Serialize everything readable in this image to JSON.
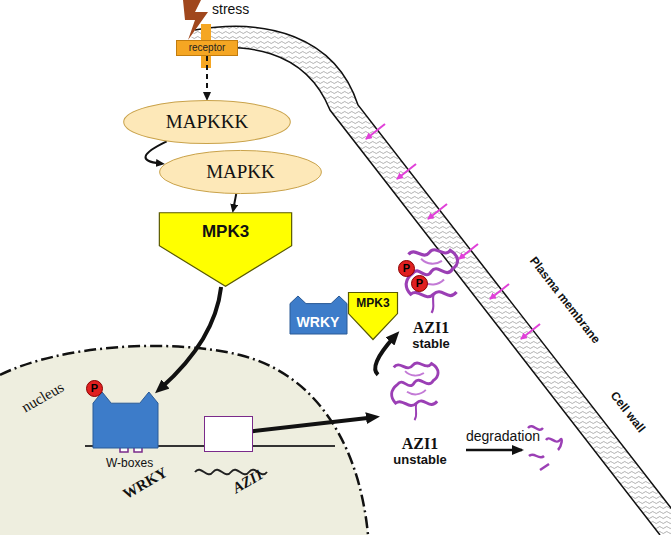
{
  "diagram": {
    "nodes": [
      {
        "text": [
          "receptor"
        ]
      },
      {
        "text": [
          "MAPKKK"
        ]
      },
      {
        "text": [
          "MAPKK"
        ]
      },
      {
        "text": [
          "MPK3"
        ]
      },
      {
        "text": [
          "WRKY"
        ]
      },
      {
        "text": [
          "nucleus"
        ]
      },
      {
        "text": [
          "WRKY"
        ],
        "in": 5
      },
      {
        "text": [
          "AZI1"
        ],
        "in": 5
      },
      {
        "text": [
          "MPK3"
        ]
      },
      {
        "text": [
          "AZI1",
          "stable"
        ]
      },
      {
        "text": [
          "AZI1",
          "unstable"
        ]
      }
    ],
    "edges": [
      {
        "from": 0,
        "to": 1,
        "arrow": "to"
      },
      {
        "from": 1,
        "to": 2,
        "arrow": "to"
      },
      {
        "from": 2,
        "to": 3,
        "arrow": "to"
      },
      {
        "from": 3,
        "to": 6,
        "arrow": "to"
      },
      {
        "from": 7,
        "to": 10,
        "arrow": "to"
      },
      {
        "from": 10,
        "to": 9,
        "arrow": "to"
      }
    ],
    "labels": [
      "stress",
      "P",
      "P",
      "P",
      "W-boxes",
      "degradation",
      "Plasma membrane",
      "Cell wall"
    ]
  }
}
